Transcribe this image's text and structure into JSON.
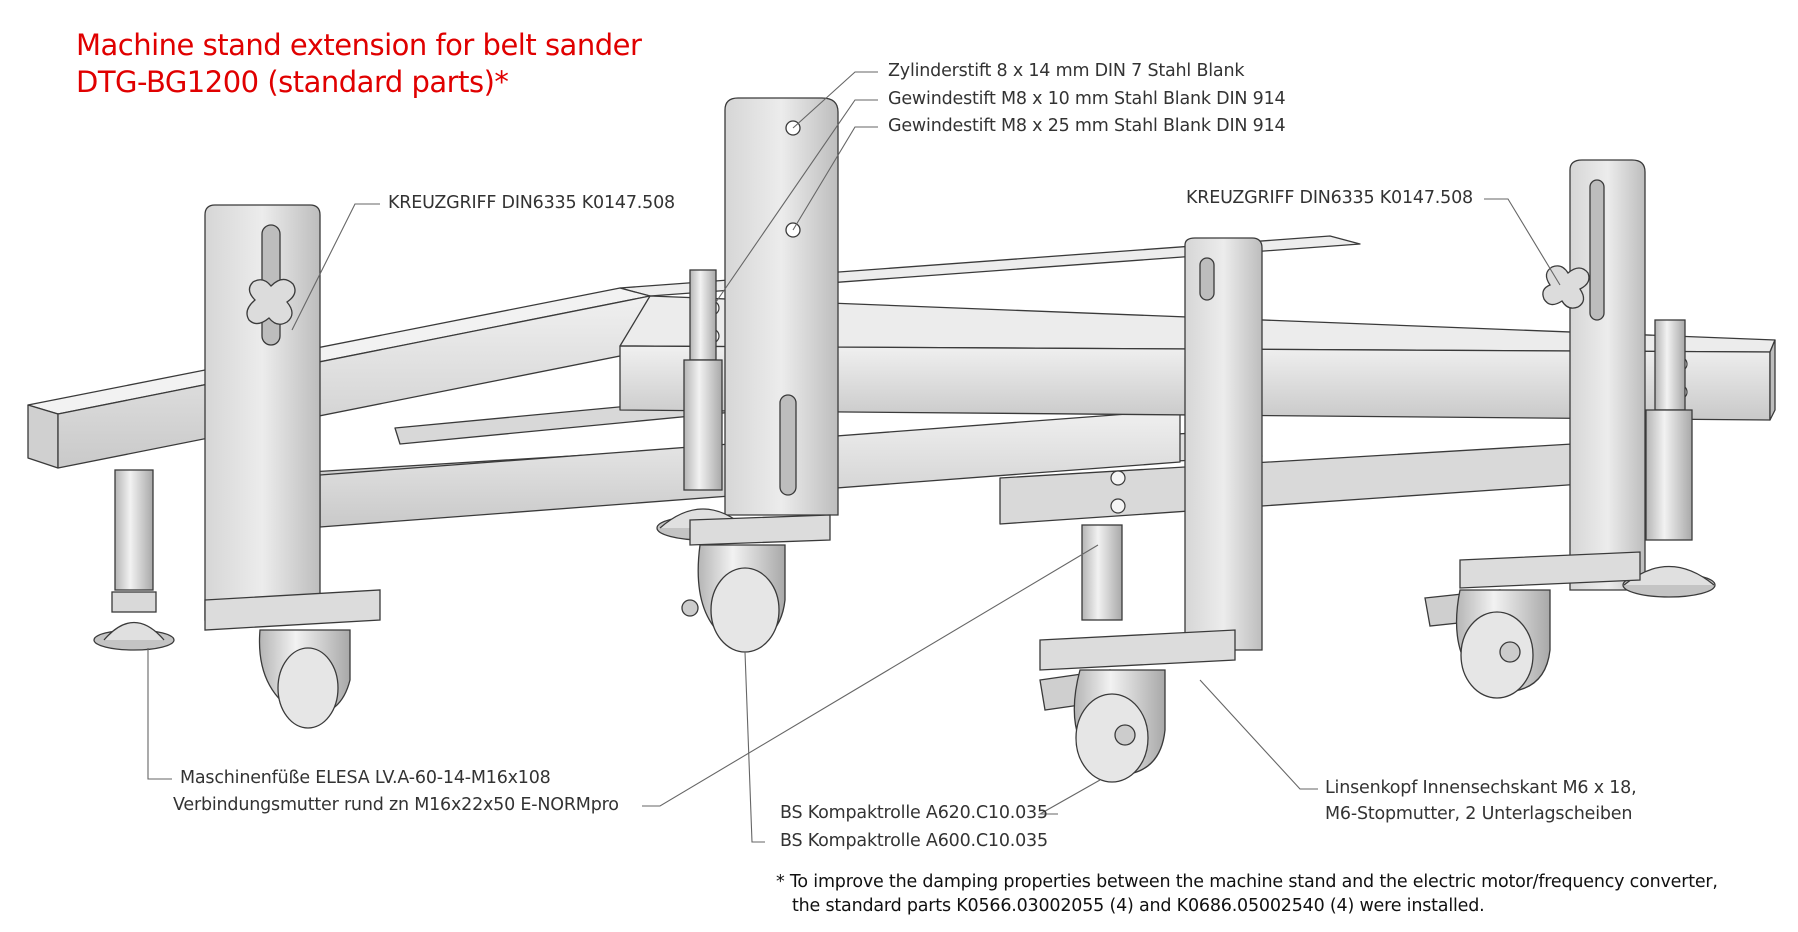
{
  "title": {
    "line1": "Machine stand extension for belt sander",
    "line2": "DTG-BG1200 (standard parts)*"
  },
  "labels": {
    "zylinderstift": "Zylinderstift 8 x 14 mm DIN 7 Stahl Blank",
    "gewindestift_10": "Gewindestift M8 x 10 mm Stahl Blank DIN 914",
    "gewindestift_25": "Gewindestift M8 x 25 mm Stahl Blank DIN 914",
    "kreuzgriff_left": "KREUZGRIFF DIN6335 K0147.508",
    "kreuzgriff_right": "KREUZGRIFF DIN6335 K0147.508",
    "maschinenfuesse": "Maschinenfüße ELESA LV.A-60-14-M16x108",
    "verbindungsmutter": "Verbindungsmutter rund zn M16x22x50 E-NORMpro",
    "kompaktrolle_620": "BS Kompaktrolle A620.C10.035",
    "kompaktrolle_600": "BS Kompaktrolle A600.C10.035",
    "linsenkopf_1": "Linsenkopf Innensechskant M6 x 18,",
    "linsenkopf_2": "M6-Stopmutter, 2 Unterlagscheiben"
  },
  "footnote": {
    "line1": "* To improve the damping properties between the machine stand and the electric motor/frequency converter,",
    "line2": "the standard parts K0566.03002055 (4) and K0686.05002540 (4) were installed."
  },
  "colors": {
    "title": "#e00000",
    "metal_light": "#e6e6e6",
    "metal_mid": "#cfcfcf",
    "metal_dark": "#a9a9a9",
    "outline": "#3a3a3a",
    "leader": "#666666"
  }
}
